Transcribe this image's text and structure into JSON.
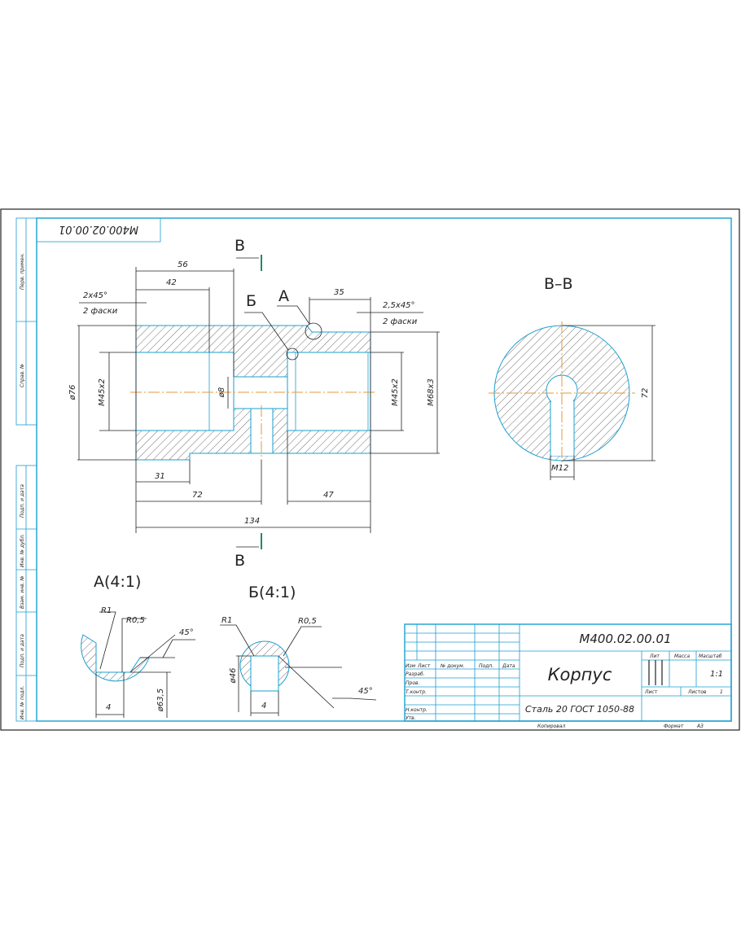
{
  "designation": "М400.02.00.01",
  "designation_mirrored": "М400.02.00.01",
  "main_view": {
    "dims": {
      "d56": "56",
      "d42": "42",
      "d35": "35",
      "d31": "31",
      "d72": "72",
      "d47": "47",
      "d134": "134",
      "phi76": "ø76",
      "m45_left": "М45х2",
      "m45_right": "М45х2",
      "phi8": "ø8",
      "m68": "М68х3"
    },
    "chamfer_left": {
      "value": "2х45°",
      "note": "2 фаски"
    },
    "chamfer_right": {
      "value": "2,5х45°",
      "note": "2 фаски"
    },
    "callout_a": "А",
    "callout_b": "Б",
    "section_top": "В",
    "section_bottom": "В"
  },
  "section_view": {
    "title": "В–В",
    "dim_72": "72",
    "dim_m12": "М12"
  },
  "detail_a": {
    "title": "А(4:1)",
    "r1": "R1",
    "r05": "R0,5",
    "angle": "45°",
    "width": "4",
    "dia": "ø63,5"
  },
  "detail_b": {
    "title": "Б(4:1)",
    "r1": "R1",
    "r05": "R0,5",
    "angle": "45°",
    "width": "4",
    "dia": "ø46"
  },
  "title_block": {
    "part_name": "Корпус",
    "material": "Сталь 20 ГОСТ 1050-88",
    "headers": {
      "izm": "Изм",
      "list": "Лист",
      "doc": "№ докум.",
      "sign": "Подп.",
      "date": "Дата"
    },
    "roles": {
      "developer": "Разраб.",
      "checker": "Пров.",
      "tcontrol": "Т.контр.",
      "ncontrol": "Н.контр.",
      "approved": "Утв."
    },
    "lit": "Лит",
    "mass": "Масса",
    "scale_label": "Масштаб",
    "scale": "1:1",
    "sheet": "Лист",
    "sheets": "Листов",
    "sheets_count": "1",
    "copied": "Копировал",
    "format_label": "Формат",
    "format": "А3"
  },
  "side_strip": [
    "Перв. примен.",
    "Справ. №",
    "Подп. и дата",
    "Инв. № дубл.",
    "Взам. инв. №",
    "Подп. и дата",
    "Инв. № подл."
  ]
}
